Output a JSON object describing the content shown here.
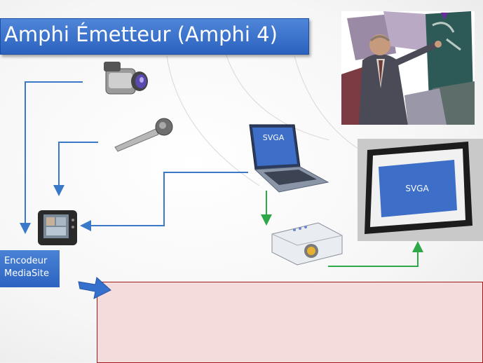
{
  "title": "Amphi Émetteur (Amphi 4)",
  "encoder_label": [
    "Encodeur",
    "MediaSite"
  ],
  "laptop_screen_text": "SVGA",
  "projection_screen_text": "SVGA",
  "icons": [
    "video-camera-icon",
    "microphone-icon",
    "laptop-icon",
    "encoder-device-icon",
    "projector-icon",
    "projection-screen-icon",
    "lecturer-clipart",
    "block-arrow-icon"
  ],
  "colors": {
    "title_bar": "#3a72cc",
    "blue_line": "#3a78c8",
    "green_line": "#2fa84a",
    "red_box_fill": "#f4dcdc",
    "red_box_border": "#a01818"
  }
}
